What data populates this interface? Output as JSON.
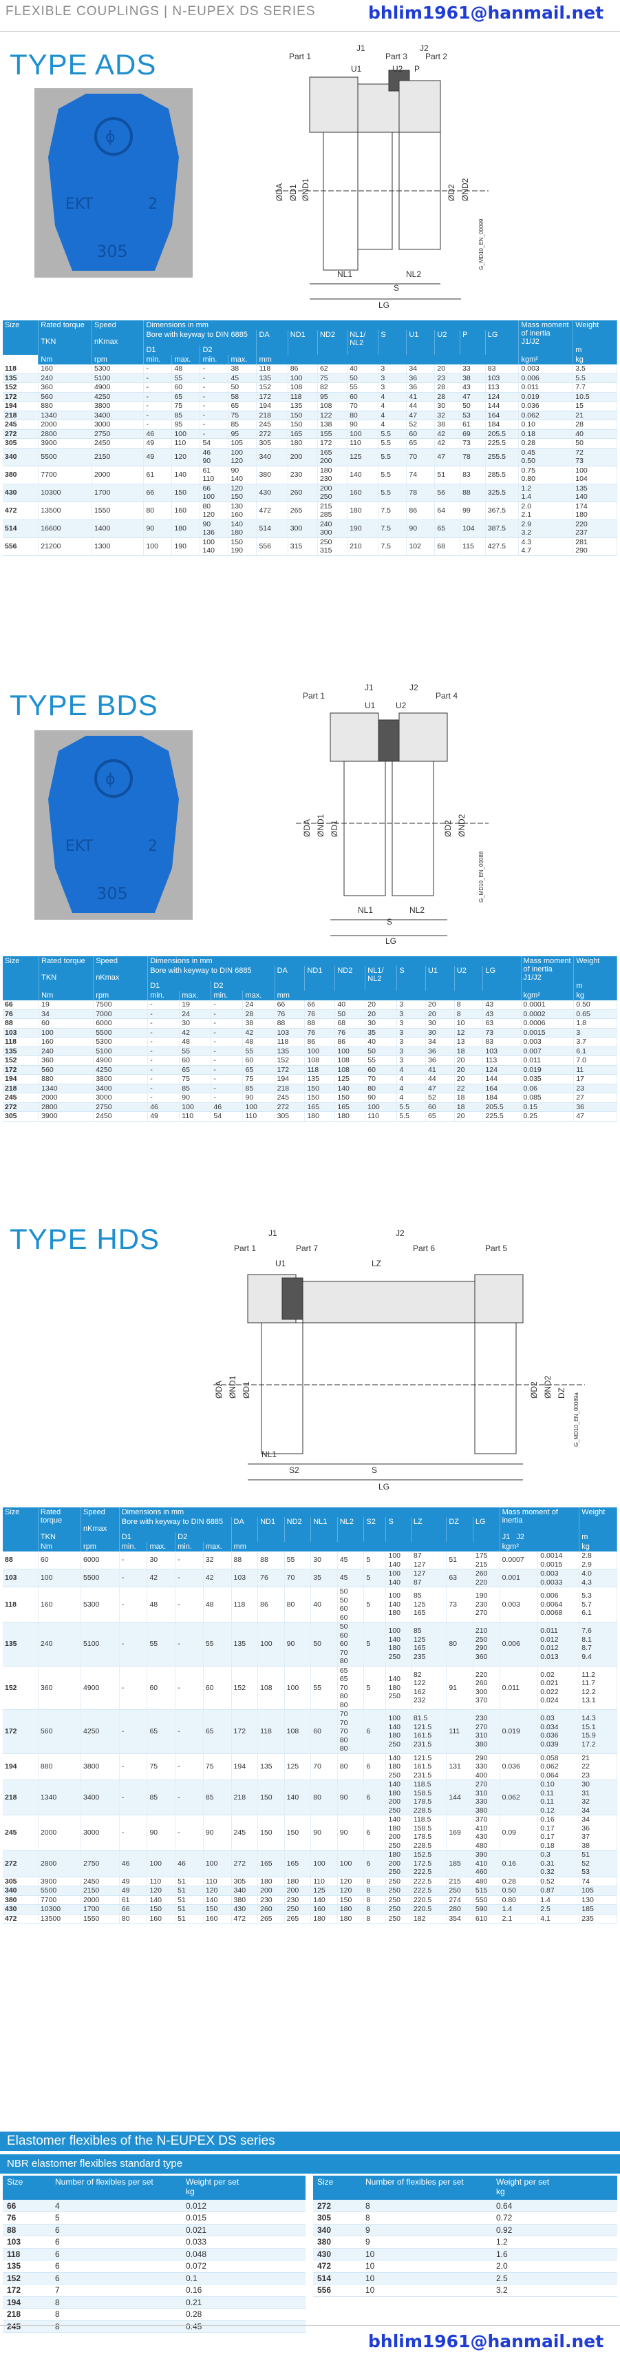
{
  "header": {
    "label": "FLEXIBLE COUPLINGS | N-EUPEX DS SERIES"
  },
  "email": "bhlim1961@hanmail.net",
  "ads": {
    "title": "TYPE ADS",
    "drawing": {
      "parts": [
        "Part 1",
        "Part 3",
        "Part 2"
      ],
      "dims": [
        "U1",
        "U2",
        "P",
        "J1",
        "J2",
        "ØDA",
        "ØD1",
        "ØND1",
        "ØD2",
        "ØND2",
        "NL1",
        "NL2",
        "S",
        "LG"
      ],
      "code": "G_MD10_EN_00099"
    },
    "headers": {
      "size": "Size",
      "torque": "Rated torque",
      "tkn": "TKN",
      "speed": "Speed",
      "nkmax": "nKmax",
      "dims": "Dimensions in mm",
      "bore": "Bore with keyway to DIN 6885",
      "d1": "D1",
      "d2": "D2",
      "min": "min.",
      "max": "max.",
      "da": "DA",
      "nd1": "ND1",
      "nd2": "ND2",
      "nl": "NL1/ NL2",
      "s": "S",
      "u1": "U1",
      "u2": "U2",
      "p": "P",
      "lg": "LG",
      "mass": "Mass moment of inertia",
      "j": "J1/J2",
      "weight": "Weight",
      "m": "m",
      "nm": "Nm",
      "rpm": "rpm",
      "mm": "mm",
      "kgm2": "kgm²",
      "kg": "kg"
    },
    "rows": [
      [
        "118",
        "160",
        "5300",
        "-",
        "48",
        "-",
        "38",
        "118",
        "86",
        "62",
        "40",
        "3",
        "34",
        "20",
        "33",
        "83",
        "0.003",
        "3.5"
      ],
      [
        "135",
        "240",
        "5100",
        "-",
        "55",
        "-",
        "45",
        "135",
        "100",
        "75",
        "50",
        "3",
        "36",
        "23",
        "38",
        "103",
        "0.006",
        "5.5"
      ],
      [
        "152",
        "360",
        "4900",
        "-",
        "60",
        "-",
        "50",
        "152",
        "108",
        "82",
        "55",
        "3",
        "36",
        "28",
        "43",
        "113",
        "0.011",
        "7.7"
      ],
      [
        "172",
        "560",
        "4250",
        "-",
        "65",
        "-",
        "58",
        "172",
        "118",
        "95",
        "60",
        "4",
        "41",
        "28",
        "47",
        "124",
        "0.019",
        "10.5"
      ],
      [
        "194",
        "880",
        "3800",
        "-",
        "75",
        "-",
        "65",
        "194",
        "135",
        "108",
        "70",
        "4",
        "44",
        "30",
        "50",
        "144",
        "0.036",
        "15"
      ],
      [
        "218",
        "1340",
        "3400",
        "-",
        "85",
        "-",
        "75",
        "218",
        "150",
        "122",
        "80",
        "4",
        "47",
        "32",
        "53",
        "164",
        "0.062",
        "21"
      ],
      [
        "245",
        "2000",
        "3000",
        "-",
        "95",
        "-",
        "85",
        "245",
        "150",
        "138",
        "90",
        "4",
        "52",
        "38",
        "61",
        "184",
        "0.10",
        "28"
      ],
      [
        "272",
        "2800",
        "2750",
        "46",
        "100",
        "-",
        "95",
        "272",
        "165",
        "155",
        "100",
        "5.5",
        "60",
        "42",
        "69",
        "205.5",
        "0.18",
        "40"
      ],
      [
        "305",
        "3900",
        "2450",
        "49",
        "110",
        "54",
        "105",
        "305",
        "180",
        "172",
        "110",
        "5.5",
        "65",
        "42",
        "73",
        "225.5",
        "0.28",
        "50"
      ],
      [
        "340",
        "5500",
        "2150",
        "49",
        "120",
        "46\n90",
        "100\n120",
        "340",
        "200",
        "165\n200",
        "125",
        "5.5",
        "70",
        "47",
        "78",
        "255.5",
        "0.45\n0.50",
        "72\n73"
      ],
      [
        "380",
        "7700",
        "2000",
        "61",
        "140",
        "61\n110",
        "90\n140",
        "380",
        "230",
        "180\n230",
        "140",
        "5.5",
        "74",
        "51",
        "83",
        "285.5",
        "0.75\n0.80",
        "100\n104"
      ],
      [
        "430",
        "10300",
        "1700",
        "66",
        "150",
        "66\n100",
        "120\n150",
        "430",
        "260",
        "200\n250",
        "160",
        "5.5",
        "78",
        "56",
        "88",
        "325.5",
        "1.2\n1.4",
        "135\n140"
      ],
      [
        "472",
        "13500",
        "1550",
        "80",
        "160",
        "80\n120",
        "130\n160",
        "472",
        "265",
        "215\n285",
        "180",
        "7.5",
        "86",
        "64",
        "99",
        "367.5",
        "2.0\n2.1",
        "174\n180"
      ],
      [
        "514",
        "16600",
        "1400",
        "90",
        "180",
        "90\n136",
        "140\n180",
        "514",
        "300",
        "240\n300",
        "190",
        "7.5",
        "90",
        "65",
        "104",
        "387.5",
        "2.9\n3.2",
        "220\n237"
      ],
      [
        "556",
        "21200",
        "1300",
        "100",
        "190",
        "100\n140",
        "150\n190",
        "556",
        "315",
        "250\n315",
        "210",
        "7.5",
        "102",
        "68",
        "115",
        "427.5",
        "4.3\n4.7",
        "281\n290"
      ]
    ]
  },
  "bds": {
    "title": "TYPE BDS",
    "drawing": {
      "parts": [
        "Part 1",
        "Part 4"
      ],
      "dims": [
        "U1",
        "U2",
        "J1",
        "J2",
        "ØDA",
        "ØND1",
        "ØD1",
        "ØD2",
        "ØND2",
        "NL1",
        "NL2",
        "S",
        "LG"
      ],
      "code": "G_MD10_EN_00088"
    },
    "headers": {
      "size": "Size",
      "torque": "Rated torque",
      "tkn": "TKN",
      "speed": "Speed",
      "nkmax": "nKmax",
      "dims": "Dimensions in mm",
      "bore": "Bore with keyway to DIN 6885",
      "d1": "D1",
      "d2": "D2",
      "min": "min.",
      "max": "max.",
      "da": "DA",
      "nd1": "ND1",
      "nd2": "ND2",
      "nl": "NL1/ NL2",
      "s": "S",
      "u1": "U1",
      "u2": "U2",
      "lg": "LG",
      "mass": "Mass moment of inertia",
      "j": "J1/J2",
      "weight": "Weight",
      "m": "m",
      "nm": "Nm",
      "rpm": "rpm",
      "mm": "mm",
      "kgm2": "kgm²",
      "kg": "kg"
    },
    "rows": [
      [
        "66",
        "19",
        "7500",
        "-",
        "19",
        "-",
        "24",
        "66",
        "66",
        "40",
        "20",
        "3",
        "20",
        "8",
        "43",
        "0.0001",
        "0.50"
      ],
      [
        "76",
        "34",
        "7000",
        "-",
        "24",
        "-",
        "28",
        "76",
        "76",
        "50",
        "20",
        "3",
        "20",
        "8",
        "43",
        "0.0002",
        "0.65"
      ],
      [
        "88",
        "60",
        "6000",
        "-",
        "30",
        "-",
        "38",
        "88",
        "88",
        "68",
        "30",
        "3",
        "30",
        "10",
        "63",
        "0.0006",
        "1.8"
      ],
      [
        "103",
        "100",
        "5500",
        "-",
        "42",
        "-",
        "42",
        "103",
        "76",
        "76",
        "35",
        "3",
        "30",
        "12",
        "73",
        "0.0015",
        "3"
      ],
      [
        "118",
        "160",
        "5300",
        "-",
        "48",
        "-",
        "48",
        "118",
        "86",
        "86",
        "40",
        "3",
        "34",
        "13",
        "83",
        "0.003",
        "3.7"
      ],
      [
        "135",
        "240",
        "5100",
        "-",
        "55",
        "-",
        "55",
        "135",
        "100",
        "100",
        "50",
        "3",
        "36",
        "18",
        "103",
        "0.007",
        "6.1"
      ],
      [
        "152",
        "360",
        "4900",
        "-",
        "60",
        "-",
        "60",
        "152",
        "108",
        "108",
        "55",
        "3",
        "36",
        "20",
        "113",
        "0.011",
        "7.0"
      ],
      [
        "172",
        "560",
        "4250",
        "-",
        "65",
        "-",
        "65",
        "172",
        "118",
        "108",
        "60",
        "4",
        "41",
        "20",
        "124",
        "0.019",
        "11"
      ],
      [
        "194",
        "880",
        "3800",
        "-",
        "75",
        "-",
        "75",
        "194",
        "135",
        "125",
        "70",
        "4",
        "44",
        "20",
        "144",
        "0.035",
        "17"
      ],
      [
        "218",
        "1340",
        "3400",
        "-",
        "85",
        "-",
        "85",
        "218",
        "150",
        "140",
        "80",
        "4",
        "47",
        "22",
        "164",
        "0.06",
        "23"
      ],
      [
        "245",
        "2000",
        "3000",
        "-",
        "90",
        "-",
        "90",
        "245",
        "150",
        "150",
        "90",
        "4",
        "52",
        "18",
        "184",
        "0.085",
        "27"
      ],
      [
        "272",
        "2800",
        "2750",
        "46",
        "100",
        "46",
        "100",
        "272",
        "165",
        "165",
        "100",
        "5.5",
        "60",
        "18",
        "205.5",
        "0.15",
        "36"
      ],
      [
        "305",
        "3900",
        "2450",
        "49",
        "110",
        "54",
        "110",
        "305",
        "180",
        "180",
        "110",
        "5.5",
        "65",
        "20",
        "225.5",
        "0.25",
        "47"
      ]
    ]
  },
  "hds": {
    "title": "TYPE HDS",
    "drawing": {
      "parts": [
        "Part 1",
        "Part 7",
        "Part 6",
        "Part 5"
      ],
      "dims": [
        "U1",
        "LZ",
        "J1",
        "J2",
        "ØDA",
        "ØND1",
        "ØD1",
        "ØD2",
        "ØND2",
        "NL1",
        "S2",
        "S",
        "LG",
        "DZ"
      ],
      "code": "G_MD10_EN_00089a"
    },
    "headers": {
      "size": "Size",
      "torque": "Rated torque",
      "tkn": "TKN",
      "speed": "Speed",
      "nkmax": "nKmax",
      "dims": "Dimensions in mm",
      "bore": "Bore with keyway to DIN 6885",
      "d1": "D1",
      "d2": "D2",
      "min": "min.",
      "max": "max.",
      "da": "DA",
      "nd1": "ND1",
      "nd2": "ND2",
      "nl1": "NL1",
      "nl2": "NL2",
      "s2": "S2",
      "s": "S",
      "lz": "LZ",
      "dz": "DZ",
      "lg": "LG",
      "mass": "Mass moment of inertia",
      "j1": "J1",
      "j2": "J2",
      "weight": "Weight",
      "m": "m",
      "nm": "Nm",
      "rpm": "rpm",
      "mm": "mm",
      "kgm2": "kgm²",
      "kg": "kg"
    },
    "rows": [
      [
        "88",
        "60",
        "6000",
        "-",
        "30",
        "-",
        "32",
        "88",
        "88",
        "55",
        "30",
        "45",
        "5",
        "100\n140",
        "87\n127",
        "51",
        "175\n215",
        "0.0007",
        "0.0014\n0.0015",
        "2.8\n2.9"
      ],
      [
        "103",
        "100",
        "5500",
        "-",
        "42",
        "-",
        "42",
        "103",
        "76",
        "70",
        "35",
        "45",
        "5",
        "100\n140",
        "127\n87",
        "63",
        "260\n220",
        "0.001",
        "0.003\n0.0033",
        "4.0\n4.3"
      ],
      [
        "118",
        "160",
        "5300",
        "-",
        "48",
        "-",
        "48",
        "118",
        "86",
        "80",
        "40",
        "50\n50\n60\n60",
        "5",
        "100\n140\n180",
        "85\n125\n165",
        "73",
        "190\n230\n270",
        "0.003",
        "0.006\n0.0064\n0.0068",
        "5.3\n5.7\n6.1"
      ],
      [
        "135",
        "240",
        "5100",
        "-",
        "55",
        "-",
        "55",
        "135",
        "100",
        "90",
        "50",
        "50\n60\n60\n70\n80",
        "5",
        "100\n140\n180\n250",
        "85\n125\n165\n235",
        "80",
        "210\n250\n290\n360",
        "0.006",
        "0.011\n0.012\n0.012\n0.013",
        "7.6\n8.1\n8.7\n9.4"
      ],
      [
        "152",
        "360",
        "4900",
        "-",
        "60",
        "-",
        "60",
        "152",
        "108",
        "100",
        "55",
        "65\n65\n70\n80\n80",
        "5",
        "140\n180\n250",
        "82\n122\n162\n232",
        "91",
        "220\n260\n300\n370",
        "0.011",
        "0.02\n0.021\n0.022\n0.024",
        "11.2\n11.7\n12.2\n13.1"
      ],
      [
        "172",
        "560",
        "4250",
        "-",
        "65",
        "-",
        "65",
        "172",
        "118",
        "108",
        "60",
        "70\n70\n70\n80\n80",
        "6",
        "100\n140\n180\n250",
        "81.5\n121.5\n161.5\n231.5",
        "111",
        "230\n270\n310\n380",
        "0.019",
        "0.03\n0.034\n0.036\n0.039",
        "14.3\n15.1\n15.9\n17.2"
      ],
      [
        "194",
        "880",
        "3800",
        "-",
        "75",
        "-",
        "75",
        "194",
        "135",
        "125",
        "70",
        "80",
        "6",
        "140\n180\n250",
        "121.5\n161.5\n231.5",
        "131",
        "290\n330\n400",
        "0.036",
        "0.058\n0.062\n0.064",
        "21\n22\n23"
      ],
      [
        "218",
        "1340",
        "3400",
        "-",
        "85",
        "-",
        "85",
        "218",
        "150",
        "140",
        "80",
        "90",
        "6",
        "140\n180\n200\n250",
        "118.5\n158.5\n178.5\n228.5",
        "144",
        "270\n310\n330\n380",
        "0.062",
        "0.10\n0.11\n0.11\n0.12",
        "30\n31\n32\n34"
      ],
      [
        "245",
        "2000",
        "3000",
        "-",
        "90",
        "-",
        "90",
        "245",
        "150",
        "150",
        "90",
        "90",
        "6",
        "140\n180\n200\n250",
        "118.5\n158.5\n178.5\n228.5",
        "169",
        "370\n410\n430\n480",
        "0.09",
        "0.16\n0.17\n0.17\n0.18",
        "34\n36\n37\n38"
      ],
      [
        "272",
        "2800",
        "2750",
        "46",
        "100",
        "46",
        "100",
        "272",
        "165",
        "165",
        "100",
        "100",
        "6",
        "180\n200\n250",
        "152.5\n172.5\n222.5",
        "185",
        "390\n410\n460",
        "0.16",
        "0.3\n0.31\n0.32",
        "51\n52\n53"
      ],
      [
        "305",
        "3900",
        "2450",
        "49",
        "110",
        "51",
        "110",
        "305",
        "180",
        "180",
        "110",
        "120",
        "8",
        "250",
        "222.5",
        "215",
        "480",
        "0.28",
        "0.52",
        "74"
      ],
      [
        "340",
        "5500",
        "2150",
        "49",
        "120",
        "51",
        "120",
        "340",
        "200",
        "200",
        "125",
        "120",
        "8",
        "250",
        "222.5",
        "250",
        "515",
        "0.50",
        "0.87",
        "105"
      ],
      [
        "380",
        "7700",
        "2000",
        "61",
        "140",
        "51",
        "140",
        "380",
        "230",
        "230",
        "140",
        "150",
        "8",
        "250",
        "220.5",
        "274",
        "550",
        "0.80",
        "1.4",
        "130"
      ],
      [
        "430",
        "10300",
        "1700",
        "66",
        "150",
        "51",
        "150",
        "430",
        "260",
        "250",
        "160",
        "180",
        "8",
        "250",
        "220.5",
        "280",
        "590",
        "1.4",
        "2.5",
        "185"
      ],
      [
        "472",
        "13500",
        "1550",
        "80",
        "160",
        "51",
        "160",
        "472",
        "265",
        "265",
        "180",
        "180",
        "8",
        "250",
        "182",
        "354",
        "610",
        "2.1",
        "4.1",
        "235"
      ]
    ]
  },
  "elastomer": {
    "band": "Elastomer flexibles of the N-EUPEX DS series",
    "subtitle": "NBR elastomer flexibles standard type",
    "headers": {
      "size": "Size",
      "num": "Number of flexibles per set",
      "weight": "Weight per set",
      "kg": "kg"
    },
    "left": [
      [
        "66",
        "4",
        "0.012"
      ],
      [
        "76",
        "5",
        "0.015"
      ],
      [
        "88",
        "6",
        "0.021"
      ],
      [
        "103",
        "6",
        "0.033"
      ],
      [
        "118",
        "6",
        "0.048"
      ],
      [
        "135",
        "6",
        "0.072"
      ],
      [
        "152",
        "6",
        "0.1"
      ],
      [
        "172",
        "7",
        "0.16"
      ],
      [
        "194",
        "8",
        "0.21"
      ],
      [
        "218",
        "8",
        "0.28"
      ],
      [
        "245",
        "8",
        "0.45"
      ]
    ],
    "right": [
      [
        "272",
        "8",
        "0.64"
      ],
      [
        "305",
        "8",
        "0.72"
      ],
      [
        "340",
        "9",
        "0.92"
      ],
      [
        "380",
        "9",
        "1.2"
      ],
      [
        "430",
        "10",
        "1.6"
      ],
      [
        "472",
        "10",
        "2.0"
      ],
      [
        "514",
        "10",
        "2.5"
      ],
      [
        "556",
        "10",
        "3.2"
      ]
    ]
  }
}
